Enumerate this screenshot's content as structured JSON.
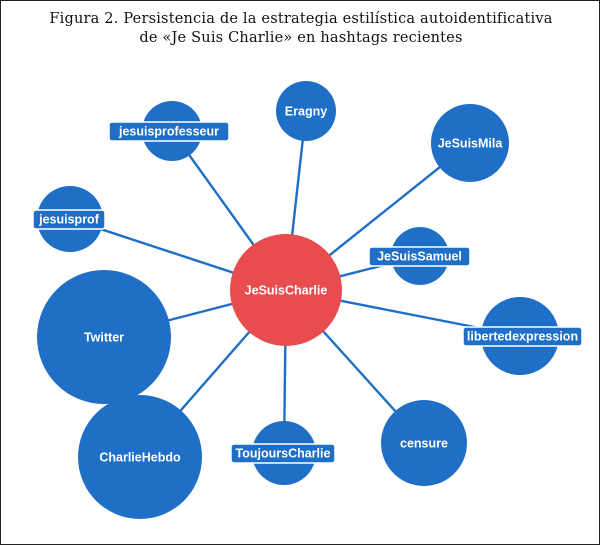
{
  "title": {
    "line1": "Figura 2. Persistencia de la estrategia estilística autoidentificativa",
    "line2": "de «Je Suis Charlie» en hashtags recientes"
  },
  "colors": {
    "center": "#e84c4f",
    "node": "#1f6fc6",
    "edge": "#1f6fc6",
    "label_text": "#ffffff"
  },
  "center": {
    "label": "JeSuisCharlie"
  },
  "nodes": [
    {
      "label": "Eragny"
    },
    {
      "label": "jesuisprofesseur"
    },
    {
      "label": "JeSuisMila"
    },
    {
      "label": "jesuisprof"
    },
    {
      "label": "JeSuisSamuel"
    },
    {
      "label": "Twitter"
    },
    {
      "label": "libertedexpression"
    },
    {
      "label": "censure"
    },
    {
      "label": "ToujoursCharlie"
    },
    {
      "label": "CharlieHebdo"
    }
  ]
}
